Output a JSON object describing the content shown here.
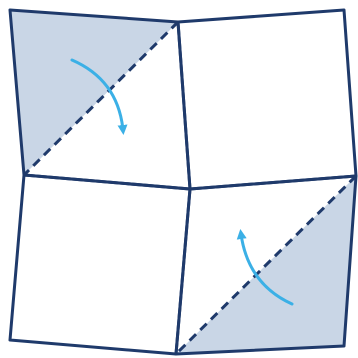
{
  "diagram": {
    "colors": {
      "outline": "#1f3a6b",
      "fold_line": "#1f3a6b",
      "shaded_region": "#c9d6e6",
      "arrow": "#3bb0e6",
      "background": "#ffffff"
    },
    "panels": [
      {
        "id": "top-left",
        "shaded_corner": true
      },
      {
        "id": "top-right",
        "shaded_corner": false
      },
      {
        "id": "bottom-left",
        "shaded_corner": false
      },
      {
        "id": "bottom-right",
        "shaded_corner": true
      }
    ],
    "fold_lines": [
      {
        "panel": "top-left",
        "style": "dashed"
      },
      {
        "panel": "bottom-right",
        "style": "dashed"
      }
    ],
    "fold_arrows": [
      {
        "panel": "top-left",
        "direction": "down-right",
        "icon": "curved-arrow-icon"
      },
      {
        "panel": "bottom-right",
        "direction": "up-left",
        "icon": "curved-arrow-icon"
      }
    ]
  }
}
